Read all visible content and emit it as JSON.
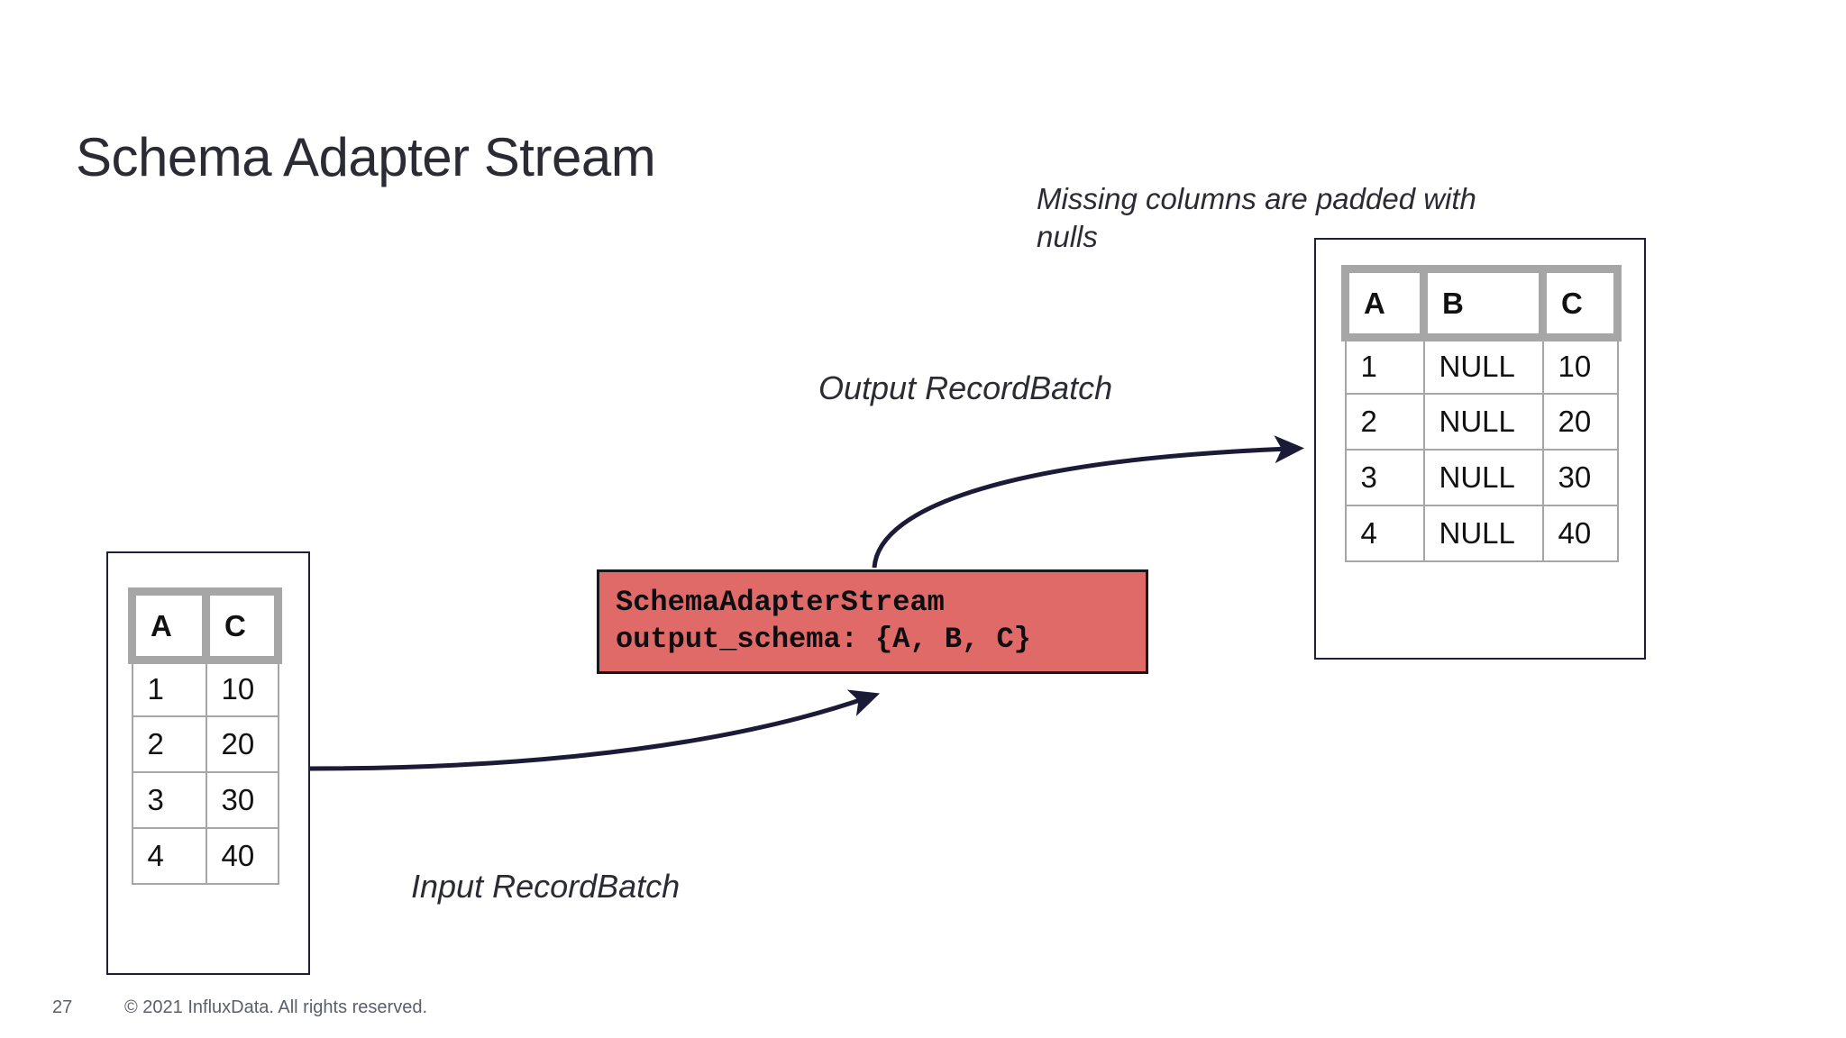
{
  "slide": {
    "title": "Schema Adapter Stream",
    "background_color": "#ffffff",
    "title_color": "#2b2b33"
  },
  "captions": {
    "missing_columns": "Missing columns are padded with nulls",
    "output_recordbatch": "Output RecordBatch",
    "input_recordbatch": "Input RecordBatch"
  },
  "input_table": {
    "name": "Input RecordBatch",
    "columns": [
      "A",
      "C"
    ],
    "rows": [
      [
        "1",
        "10"
      ],
      [
        "2",
        "20"
      ],
      [
        "3",
        "30"
      ],
      [
        "4",
        "40"
      ]
    ]
  },
  "output_table": {
    "name": "Output RecordBatch",
    "columns": [
      "A",
      "B",
      "C"
    ],
    "rows": [
      [
        "1",
        "NULL",
        "10"
      ],
      [
        "2",
        "NULL",
        "20"
      ],
      [
        "3",
        "NULL",
        "30"
      ],
      [
        "4",
        "NULL",
        "40"
      ]
    ]
  },
  "processor": {
    "line1": "SchemaAdapterStream",
    "line2": "output_schema: {A, B, C}",
    "fill_color": "#e06a67",
    "border_color": "#17171c"
  },
  "arrows": {
    "color": "#1b1b38",
    "input_arrow_label": "input-flow-arrow",
    "output_arrow_label": "output-flow-arrow"
  },
  "footer": {
    "page_number": "27",
    "copyright": "© 2021 InfluxData. All rights reserved."
  }
}
